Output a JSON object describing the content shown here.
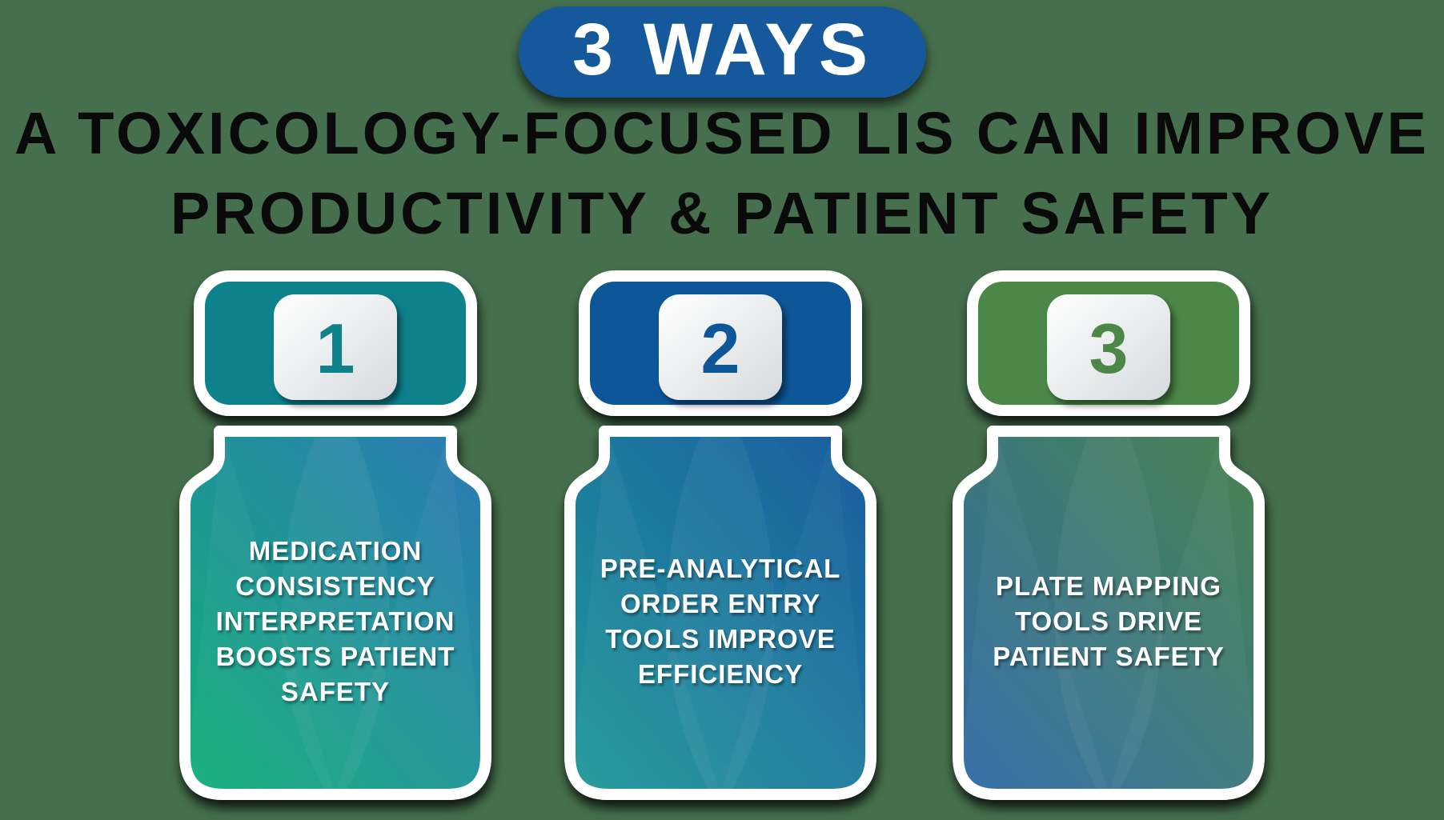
{
  "badge": {
    "label": "3 WAYS"
  },
  "title": {
    "line1": "A TOXICOLOGY-FOCUSED LIS CAN IMPROVE",
    "line2": "PRODUCTIVITY & PATIENT SAFETY"
  },
  "cards": [
    {
      "number": "1",
      "text": "MEDICATION\nCONSISTENCY\nINTERPRETATION\nBOOSTS PATIENT\nSAFETY",
      "cap_color": "#10828C",
      "number_color": "#10828C",
      "gradient_start": "#11AF78",
      "gradient_end": "#2E79B6"
    },
    {
      "number": "2",
      "text": "PRE-ANALYTICAL\nORDER ENTRY\nTOOLS IMPROVE\nEFFICIENCY",
      "cap_color": "#0E5698",
      "number_color": "#0E5698",
      "gradient_start": "#21999A",
      "gradient_end": "#1A5CA0"
    },
    {
      "number": "3",
      "text": "PLATE MAPPING\nTOOLS DRIVE\nPATIENT SAFETY",
      "cap_color": "#4C8747",
      "number_color": "#4C8747",
      "gradient_start": "#2F6BA7",
      "gradient_end": "#4A8450"
    }
  ],
  "colors": {
    "background": "#46704D",
    "badge_blue": "#15589B",
    "heading_text": "#0A0A0A",
    "card_border": "#FFFFFF",
    "card_text": "#FFFFFF",
    "plate_start": "#FFFFFF",
    "plate_end": "#D6DADD"
  }
}
